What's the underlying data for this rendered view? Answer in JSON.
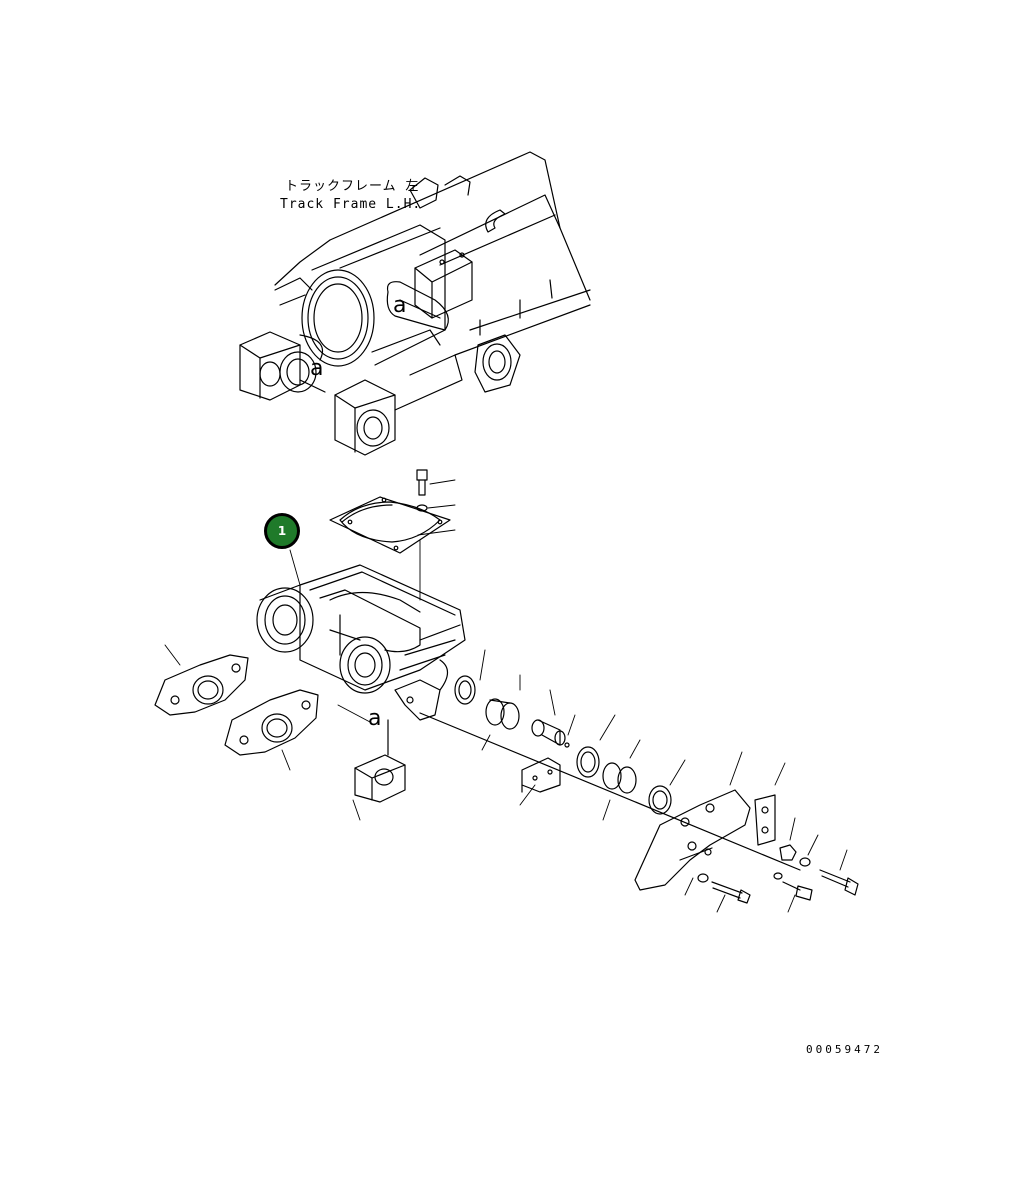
{
  "frame_label": {
    "japanese": "トラックフレーム 左",
    "english": "Track Frame L.H."
  },
  "callout": {
    "number": "1",
    "color": "#1f7a2a"
  },
  "view_marks": [
    "a",
    "a",
    "a"
  ],
  "drawing_number": "00059472"
}
